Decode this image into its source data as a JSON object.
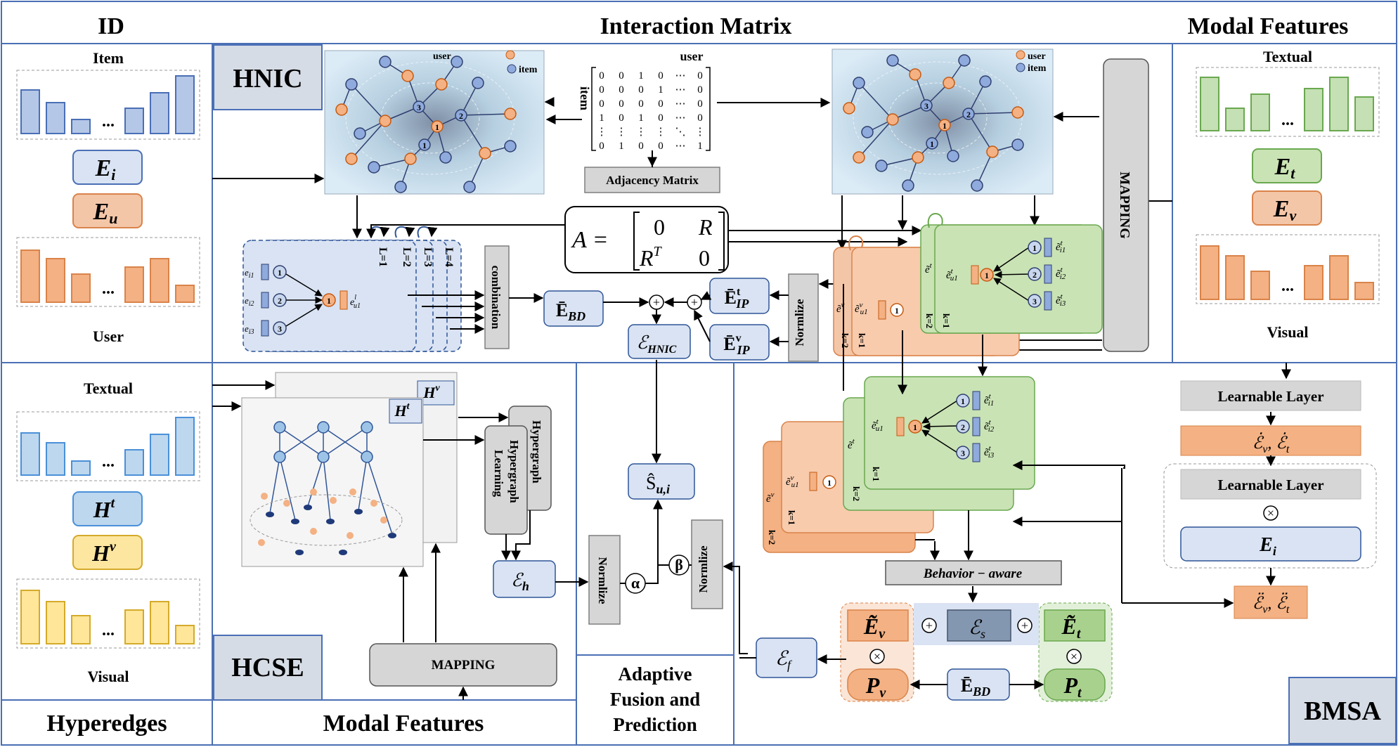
{
  "titles": {
    "id": "ID",
    "interaction_matrix": "Interaction Matrix",
    "modal_features_top": "Modal Features",
    "hyperedges": "Hyperedges",
    "modal_features_bottom": "Modal Features",
    "adaptive_fusion": [
      "Adaptive",
      "Fusion and",
      "Prediction"
    ]
  },
  "modules": {
    "hnic": "HNIC",
    "hcse": "HCSE",
    "bmsa": "BMSA"
  },
  "id_panel": {
    "item_label": "Item",
    "user_label": "User",
    "ei": "E",
    "ei_sub": "i",
    "eu": "E",
    "eu_sub": "u",
    "ellipsis": "..."
  },
  "modal_top_panel": {
    "textual_label": "Textual",
    "visual_label": "Visual",
    "et": "E",
    "et_sub": "t",
    "ev": "E",
    "ev_sub": "v"
  },
  "hyperedge_panel": {
    "textual_label": "Textual",
    "visual_label": "Visual",
    "ht": "H",
    "ht_sup": "t",
    "hv": "H",
    "hv_sup": "v"
  },
  "graph_legend": {
    "user": "user",
    "item": "item"
  },
  "matrix": {
    "col_label": "user",
    "row_label": "item",
    "rows": [
      [
        "0",
        "0",
        "1",
        "0",
        "⋯",
        "0"
      ],
      [
        "0",
        "0",
        "0",
        "1",
        "⋯",
        "0"
      ],
      [
        "0",
        "0",
        "0",
        "0",
        "⋯",
        "0"
      ],
      [
        "1",
        "0",
        "1",
        "0",
        "⋯",
        "0"
      ],
      [
        "⋮",
        "⋮",
        "⋮",
        "⋮",
        "⋱",
        "⋮"
      ],
      [
        "0",
        "1",
        "0",
        "0",
        "⋯",
        "1"
      ]
    ],
    "caption": "Adjacency Matrix",
    "eq_lhs": "A =",
    "eq_r1c1": "0",
    "eq_r1c2": "R",
    "eq_r2c1": "R",
    "eq_r2c1_sup": "T",
    "eq_r2c2": "0"
  },
  "hnic_detail": {
    "layers": [
      "L=1",
      "L=2",
      "L=3",
      "L=4"
    ],
    "inputs": [
      {
        "label": "e",
        "sub": "i1",
        "node": "1"
      },
      {
        "label": "e",
        "sub": "i2",
        "node": "2"
      },
      {
        "label": "e",
        "sub": "i3",
        "node": "3"
      }
    ],
    "out_node": "1",
    "out_label": "e",
    "out_sub": "u1",
    "out_sup": "l",
    "combination": "combination",
    "ebd": "Ē",
    "ebd_sub": "BD",
    "plus": "+",
    "eip_t": "Ē",
    "eip_t_sub": "IP",
    "eip_t_sup": "t",
    "eip_v": "Ē",
    "eip_v_sub": "IP",
    "eip_v_sup": "v",
    "normalize": "Normlize",
    "e_hnic": "ℰ",
    "e_hnic_sub": "HNIC"
  },
  "mapping_labels": {
    "top": "MAPPING",
    "bottom": "MAPPING"
  },
  "hcse_detail": {
    "hv": "H",
    "hv_sup": "v",
    "ht": "H",
    "ht_sup": "t",
    "hyperlearn": [
      "Hypergraph",
      "Learning"
    ],
    "eh": "ℰ",
    "eh_sub": "h",
    "normalize": "Normlize"
  },
  "fusion": {
    "s_hat": "Ŝ",
    "s_sub": "u,i",
    "alpha": "α",
    "beta": "β",
    "normalize": "Normlize"
  },
  "bmsa_detail": {
    "k_labels": [
      "k=1",
      "k=2"
    ],
    "et_nodes": [
      {
        "label": "ẽ",
        "sub": "i1",
        "sup": "t",
        "node": "1"
      },
      {
        "label": "ẽ",
        "sub": "i2",
        "sup": "t",
        "node": "2"
      },
      {
        "label": "ẽ",
        "sub": "i3",
        "sup": "t",
        "node": "3"
      }
    ],
    "eu_t": "ẽ",
    "eu_t_sub": "u1",
    "eu_t_sup": "t",
    "eu_v": "ẽ",
    "eu_v_sub": "u1",
    "eu_v_sup": "v",
    "behavior_aware": "Behavior − aware",
    "ev_tilde": "Ẽ",
    "ev_tilde_sub": "v",
    "et_tilde": "Ẽ",
    "et_tilde_sub": "t",
    "es": "ℰ",
    "es_sub": "s",
    "pv": "P",
    "pv_sub": "v",
    "pt": "P",
    "pt_sub": "t",
    "ebd": "Ē",
    "ebd_sub": "BD",
    "times": "×",
    "plus": "+",
    "ef": "ℰ",
    "ef_sub": "f",
    "learnable1": "Learnable Layer",
    "learnable2": "Learnable Layer",
    "evt_dot": "ℰ̇",
    "evt_dot_text": "ℰ̇",
    "evt_dot_sub_v": "v",
    "evt_dot_sub_t": "t",
    "evt_ddot": "ℰ̈",
    "ei": "E",
    "ei_sub": "i"
  },
  "colors": {
    "panel_border": "#4a6fb5",
    "blue_fill": "#d9e3f3",
    "blue_border": "#5b7fc0",
    "orange_fill": "#f4c6a8",
    "orange_border": "#d9834a",
    "green_fill": "#c9e3b5",
    "green_border": "#6aa84f",
    "yellow_fill": "#fde6a0",
    "yellow_border": "#d4aa2a",
    "gray_fill": "#d6d6d6",
    "gray_border": "#7f7f7f",
    "graph_bg": "#cfe3f2"
  }
}
